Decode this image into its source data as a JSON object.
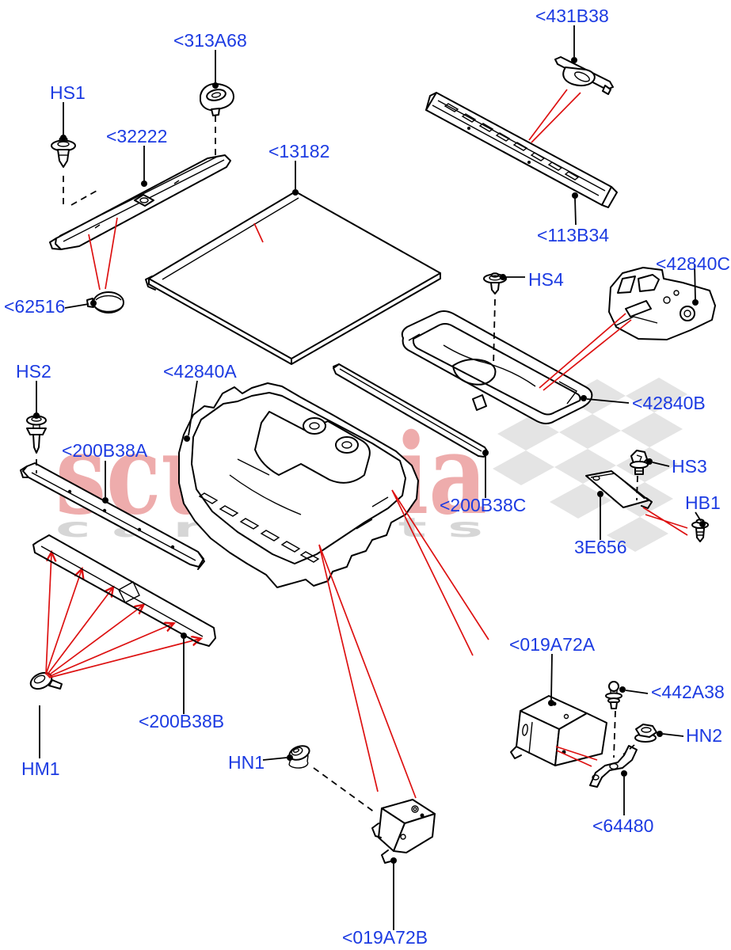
{
  "diagram": {
    "title": "Load compartment floor exploded parts diagram",
    "watermark": {
      "brand": "scuderia",
      "subtitle": "c a r p a r t s"
    },
    "colors": {
      "label_blue": "#1c3be2",
      "leader_red": "#dd1111",
      "line_black": "#000000",
      "watermark_pink": "#eeacac",
      "watermark_gray": "#d6d6d6",
      "checker_gray": "#e4e4e4",
      "background": "#ffffff"
    },
    "parts": [
      {
        "key": "HS1",
        "label": "HS1"
      },
      {
        "key": "313A68",
        "label": "<313A68"
      },
      {
        "key": "32222",
        "label": "<32222"
      },
      {
        "key": "13182",
        "label": "<13182"
      },
      {
        "key": "431B38",
        "label": "<431B38"
      },
      {
        "key": "113B34",
        "label": "<113B34"
      },
      {
        "key": "62516",
        "label": "<62516"
      },
      {
        "key": "HS4",
        "label": "HS4"
      },
      {
        "key": "42840C",
        "label": "<42840C"
      },
      {
        "key": "42840B",
        "label": "<42840B"
      },
      {
        "key": "HS2",
        "label": "HS2"
      },
      {
        "key": "42840A",
        "label": "<42840A"
      },
      {
        "key": "200B38A",
        "label": "<200B38A"
      },
      {
        "key": "200B38C",
        "label": "<200B38C"
      },
      {
        "key": "HS3",
        "label": "HS3"
      },
      {
        "key": "HB1",
        "label": "HB1"
      },
      {
        "key": "3E656",
        "label": "3E656"
      },
      {
        "key": "019A72A",
        "label": "<019A72A"
      },
      {
        "key": "442A38",
        "label": "<442A38"
      },
      {
        "key": "HN2",
        "label": "HN2"
      },
      {
        "key": "200B38B",
        "label": "<200B38B"
      },
      {
        "key": "HM1",
        "label": "HM1"
      },
      {
        "key": "HN1",
        "label": "HN1"
      },
      {
        "key": "64480",
        "label": "<64480"
      },
      {
        "key": "019A72B",
        "label": "<019A72B"
      }
    ]
  }
}
